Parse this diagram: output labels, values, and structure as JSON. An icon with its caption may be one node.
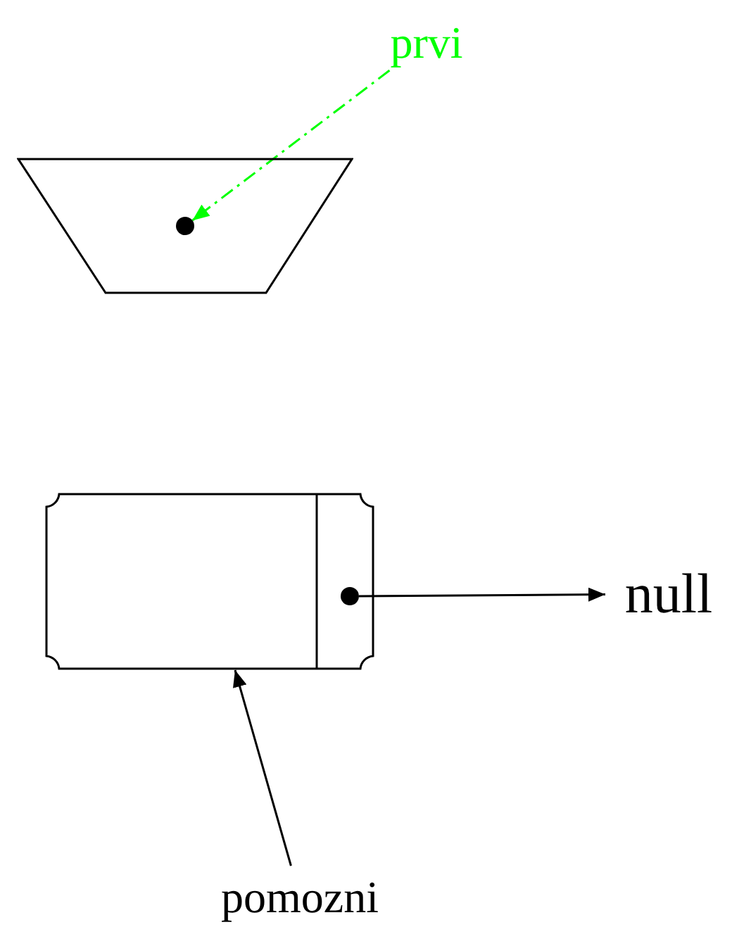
{
  "diagram": {
    "nodes": [
      {
        "text": [
          "prvi"
        ]
      },
      {
        "text": [],
        "shape": "trapezoid"
      },
      {
        "text": [],
        "shape": "circle",
        "in": 1
      },
      {
        "text": [],
        "shape": "box"
      },
      {
        "text": [],
        "shape": "circle",
        "in": 3
      },
      {
        "text": [
          "null"
        ]
      },
      {
        "text": [
          "pomozni"
        ]
      }
    ],
    "edges": [
      {
        "from": 0,
        "to": 2,
        "arrow": "to",
        "style": "dashed",
        "color": "#00ff00"
      },
      {
        "from": 4,
        "to": 5,
        "arrow": "to"
      },
      {
        "from": 6,
        "to": 3,
        "arrow": "to"
      }
    ]
  }
}
